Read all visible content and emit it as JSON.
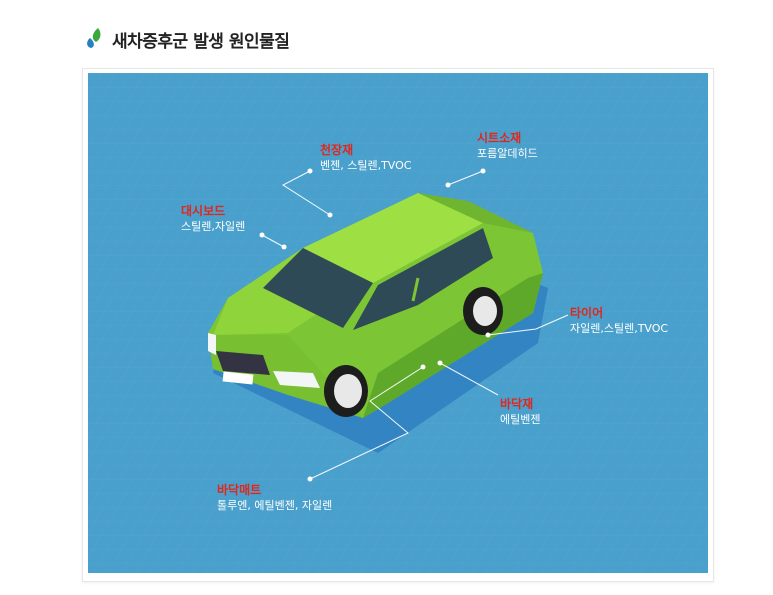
{
  "header": {
    "title": "새차증후군 발생 원인물질",
    "logo_icon": "leaf-drop-icon"
  },
  "colors": {
    "background": "#4aa0cc",
    "car_body": "#8fd43a",
    "label_name": "#e1261c",
    "label_desc": "#ffffff"
  },
  "labels": [
    {
      "id": "ceiling",
      "name": "천장재",
      "desc": "벤젠, 스틸렌,TVOC"
    },
    {
      "id": "seat",
      "name": "시트소재",
      "desc": "포름알데히드"
    },
    {
      "id": "dashboard",
      "name": "대시보드",
      "desc": "스틸렌,자일렌"
    },
    {
      "id": "tire",
      "name": "타이어",
      "desc": "자일렌,스틸렌,TVOC"
    },
    {
      "id": "floor",
      "name": "바닥재",
      "desc": "에틸벤젠"
    },
    {
      "id": "floormat",
      "name": "바닥매트",
      "desc": "톨루엔, 에틸벤젠, 자일렌"
    }
  ]
}
